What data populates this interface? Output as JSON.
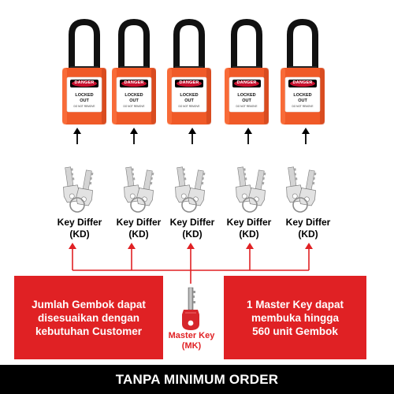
{
  "colors": {
    "accent_red": "#e02124",
    "padlock_body": "#f05a28",
    "shackle": "#111111",
    "label_red": "#c8102e",
    "banner_bg": "#000000",
    "text_white": "#ffffff"
  },
  "padlocks": [
    {
      "danger": "DANGER",
      "line1": "LOCKED",
      "line2": "OUT",
      "small": "DO NOT REMOVE"
    },
    {
      "danger": "DANGER",
      "line1": "LOCKED",
      "line2": "OUT",
      "small": "DO NOT REMOVE"
    },
    {
      "danger": "DANGER",
      "line1": "LOCKED",
      "line2": "OUT",
      "small": "DO NOT REMOVE"
    },
    {
      "danger": "DANGER",
      "line1": "LOCKED",
      "line2": "OUT",
      "small": "DO NOT REMOVE"
    },
    {
      "danger": "DANGER",
      "line1": "LOCKED",
      "line2": "OUT",
      "small": "DO NOT REMOVE"
    }
  ],
  "keys": [
    {
      "label": "Key Differ",
      "code": "(KD)"
    },
    {
      "label": "Key Differ",
      "code": "(KD)"
    },
    {
      "label": "Key Differ",
      "code": "(KD)"
    },
    {
      "label": "Key Differ",
      "code": "(KD)"
    },
    {
      "label": "Key Differ",
      "code": "(KD)"
    }
  ],
  "left_box": {
    "text": "Jumlah Gembok dapat\ndisesuaikan dengan\nkebutuhan Customer"
  },
  "right_box": {
    "text": "1 Master Key dapat\nmembuka hingga\n560 unit Gembok"
  },
  "master_key": {
    "label": "Master Key\n(MK)"
  },
  "banner": {
    "text": "TANPA MINIMUM ORDER"
  },
  "icons": {
    "padlock": "padlock-icon",
    "arrow": "arrow-up-icon",
    "key_pair": "key-pair-icon",
    "master_key": "master-key-icon"
  }
}
